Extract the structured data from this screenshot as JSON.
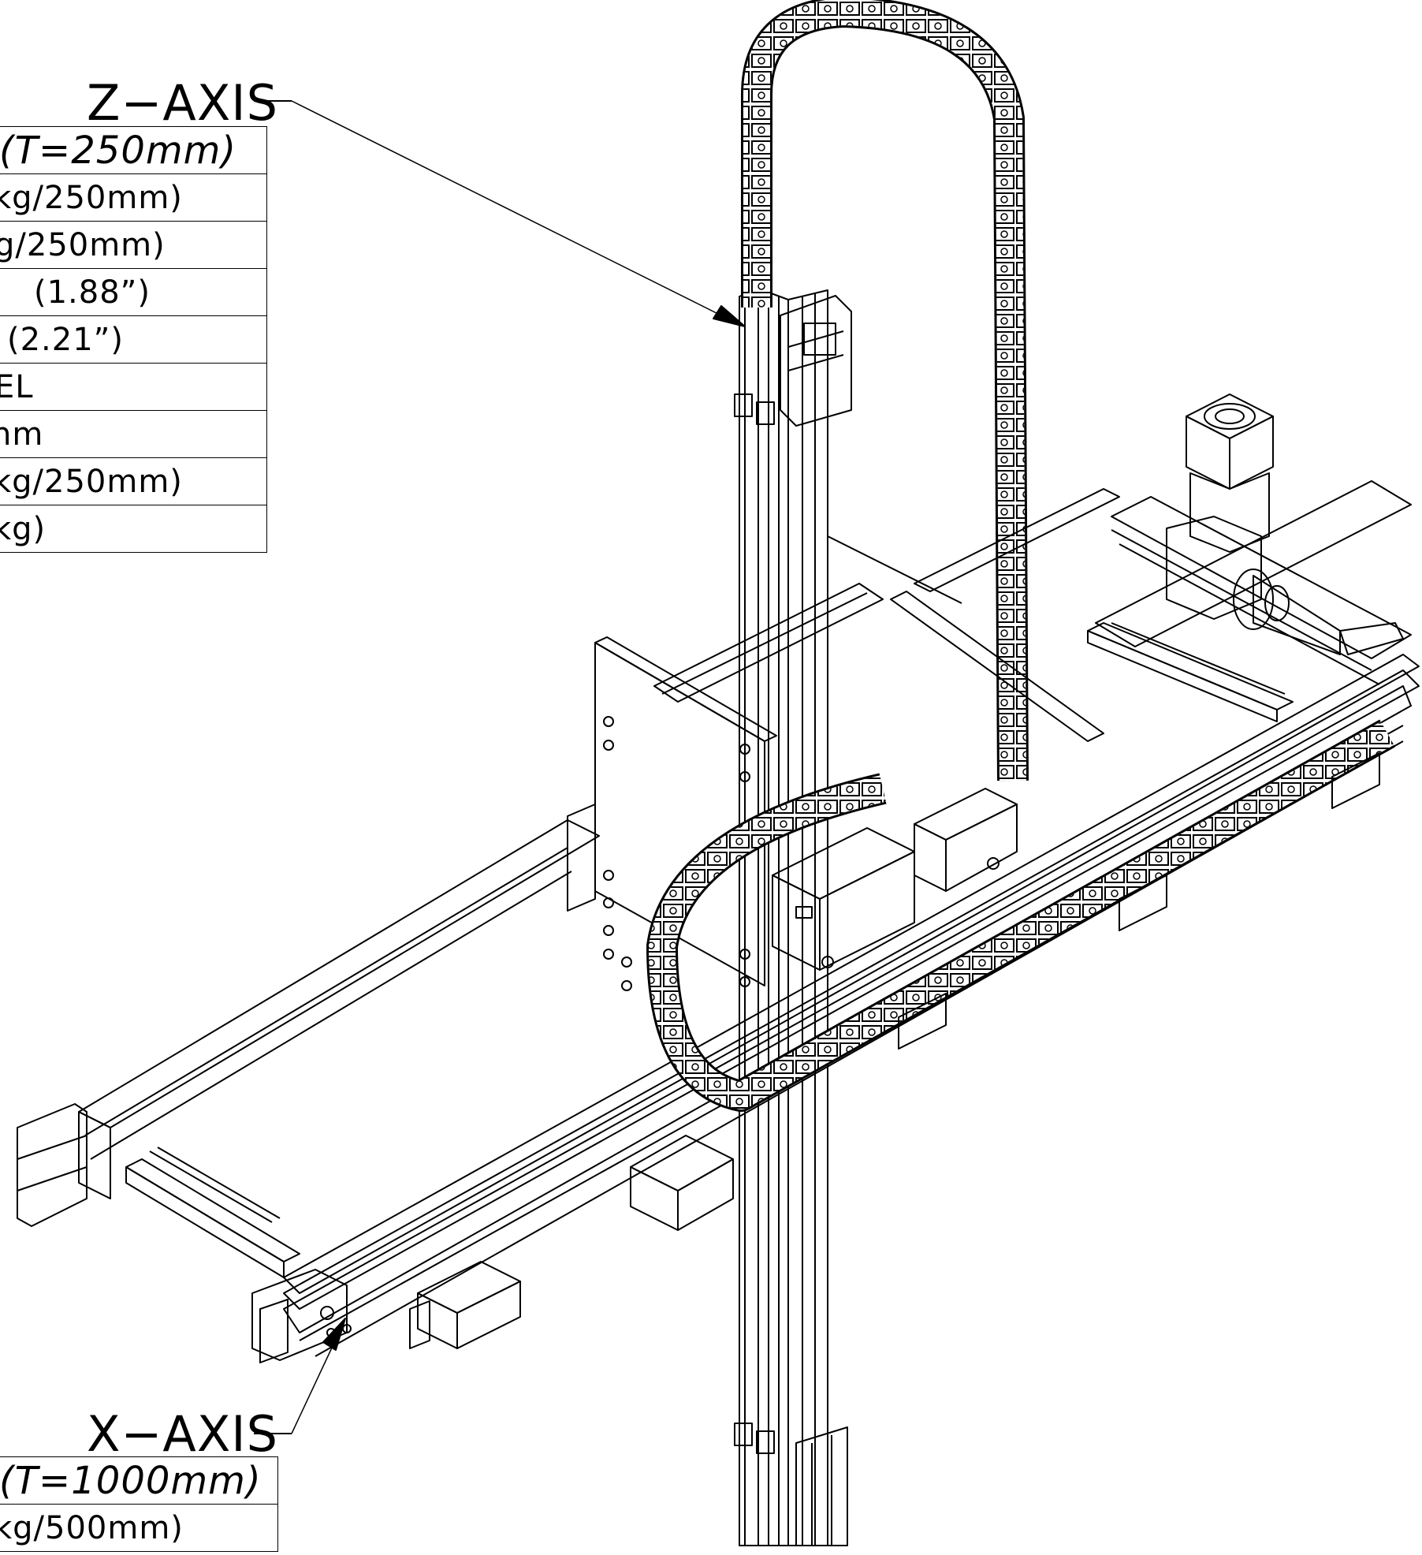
{
  "z_axis": {
    "title": "Z−AXIS",
    "rows": [
      "(T=250mm)",
      "kg/250mm)",
      "g/250mm)",
      "(1.88”)",
      "(2.21”)",
      "EL",
      "nm",
      "kg/250mm)",
      "kg)"
    ]
  },
  "x_axis": {
    "title": "X−AXIS",
    "rows": [
      "(T=1000mm)",
      "kg/500mm)"
    ]
  }
}
